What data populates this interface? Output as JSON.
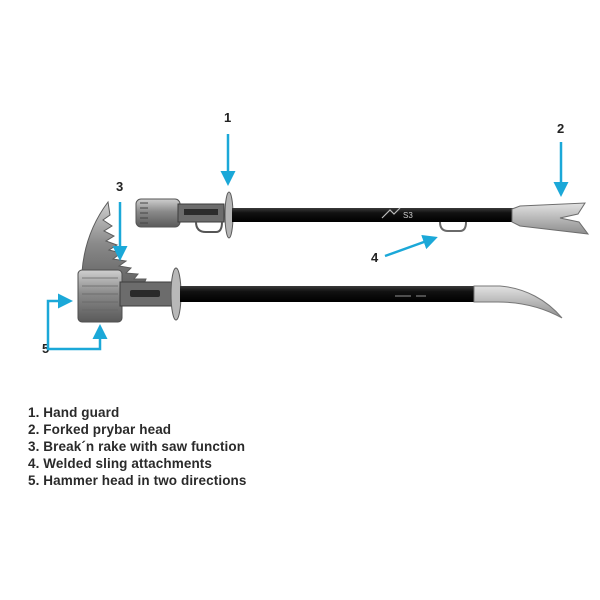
{
  "accent_color": "#1ba8d8",
  "callouts": [
    {
      "number": "1"
    },
    {
      "number": "2"
    },
    {
      "number": "3"
    },
    {
      "number": "4"
    },
    {
      "number": "5"
    }
  ],
  "tool": {
    "handle_mark": "S3"
  },
  "legend": [
    "1. Hand guard",
    "2. Forked prybar head",
    "3. Break´n rake with saw function",
    "4. Welded sling attachments",
    "5. Hammer head in two directions"
  ]
}
